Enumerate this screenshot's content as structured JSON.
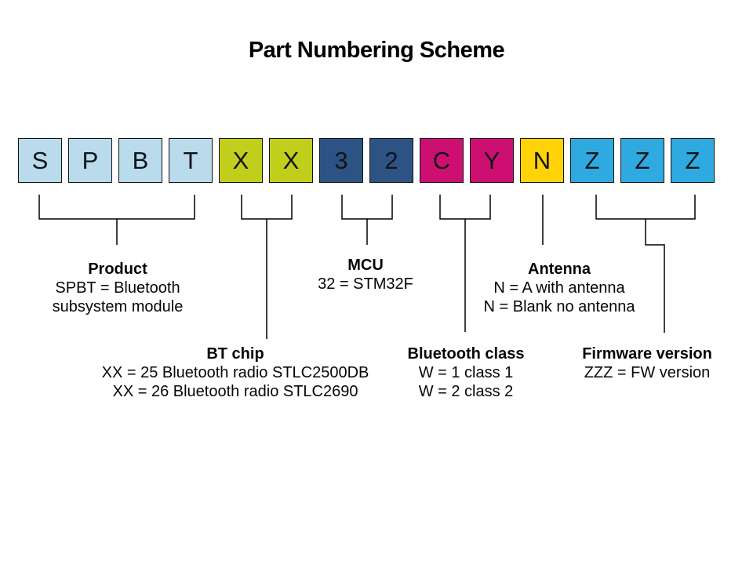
{
  "title": "Part Numbering Scheme",
  "colors": {
    "light_blue": "#B9DBEC",
    "olive_green": "#C2CE1C",
    "navy_blue": "#2C5384",
    "magenta": "#CE0F72",
    "yellow": "#FFD305",
    "cyan_blue": "#2FAAE1",
    "line": "#000000"
  },
  "scheme": {
    "boxes": [
      {
        "char": "S",
        "color": "light_blue"
      },
      {
        "char": "P",
        "color": "light_blue"
      },
      {
        "char": "B",
        "color": "light_blue"
      },
      {
        "char": "T",
        "color": "light_blue"
      },
      {
        "char": "X",
        "color": "olive_green"
      },
      {
        "char": "X",
        "color": "olive_green"
      },
      {
        "char": "3",
        "color": "navy_blue"
      },
      {
        "char": "2",
        "color": "navy_blue"
      },
      {
        "char": "C",
        "color": "magenta"
      },
      {
        "char": "Y",
        "color": "magenta"
      },
      {
        "char": "N",
        "color": "yellow"
      },
      {
        "char": "Z",
        "color": "cyan_blue"
      },
      {
        "char": "Z",
        "color": "cyan_blue"
      },
      {
        "char": "Z",
        "color": "cyan_blue"
      }
    ],
    "groups": {
      "product": {
        "label": "Product",
        "lines": [
          "SPBT = Bluetooth",
          "subsystem module"
        ]
      },
      "bt_chip": {
        "label": "BT chip",
        "lines": [
          "XX = 25 Bluetooth radio STLC2500DB",
          "XX = 26 Bluetooth radio STLC2690"
        ]
      },
      "mcu": {
        "label": "MCU",
        "lines": [
          "32 = STM32F"
        ]
      },
      "bluetooth_class": {
        "label": "Bluetooth class",
        "lines": [
          "W = 1 class 1",
          "W = 2 class 2"
        ]
      },
      "antenna": {
        "label": "Antenna",
        "lines": [
          "N = A with antenna",
          "N = Blank no antenna"
        ]
      },
      "firmware": {
        "label": "Firmware version",
        "lines": [
          "ZZZ = FW version"
        ]
      }
    }
  }
}
